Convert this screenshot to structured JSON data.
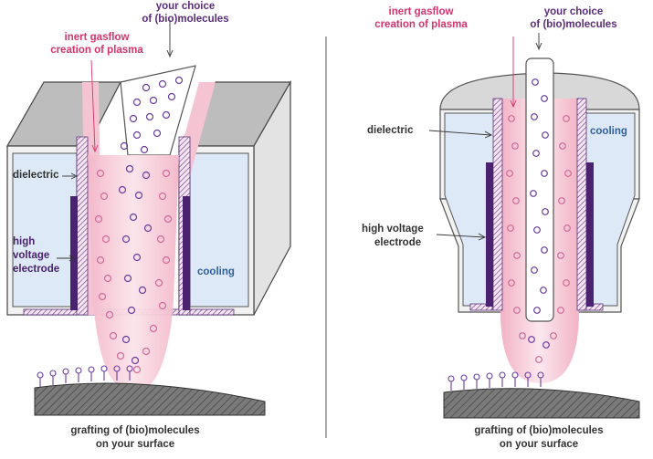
{
  "left": {
    "choice_line1": "your choice",
    "choice_line2": "of (bio)molecules",
    "gas_line1": "inert gasflow",
    "gas_line2": "creation of plasma",
    "dielectric": "dielectric",
    "hv_line1": "high",
    "hv_line2": "voltage",
    "hv_line3": "electrode",
    "cooling": "cooling",
    "graft_line1": "grafting of (bio)molecules",
    "graft_line2": "on your surface"
  },
  "right": {
    "gas_line1": "inert gasflow",
    "gas_line2": "creation of plasma",
    "choice_line1": "your choice",
    "choice_line2": "of (bio)molecules",
    "dielectric": "dielectric",
    "hv_line1": "high voltage",
    "hv_line2": "electrode",
    "cooling": "cooling",
    "graft_line1": "grafting of (bio)molecules",
    "graft_line2": "on your surface"
  },
  "colors": {
    "pink": "#d6336c",
    "purple": "#5b2d7a",
    "blue": "#2f5fa0",
    "plasma": "#f6c9d6",
    "cooling_fill": "#dde9f6",
    "housing": "#d8d8d8"
  }
}
